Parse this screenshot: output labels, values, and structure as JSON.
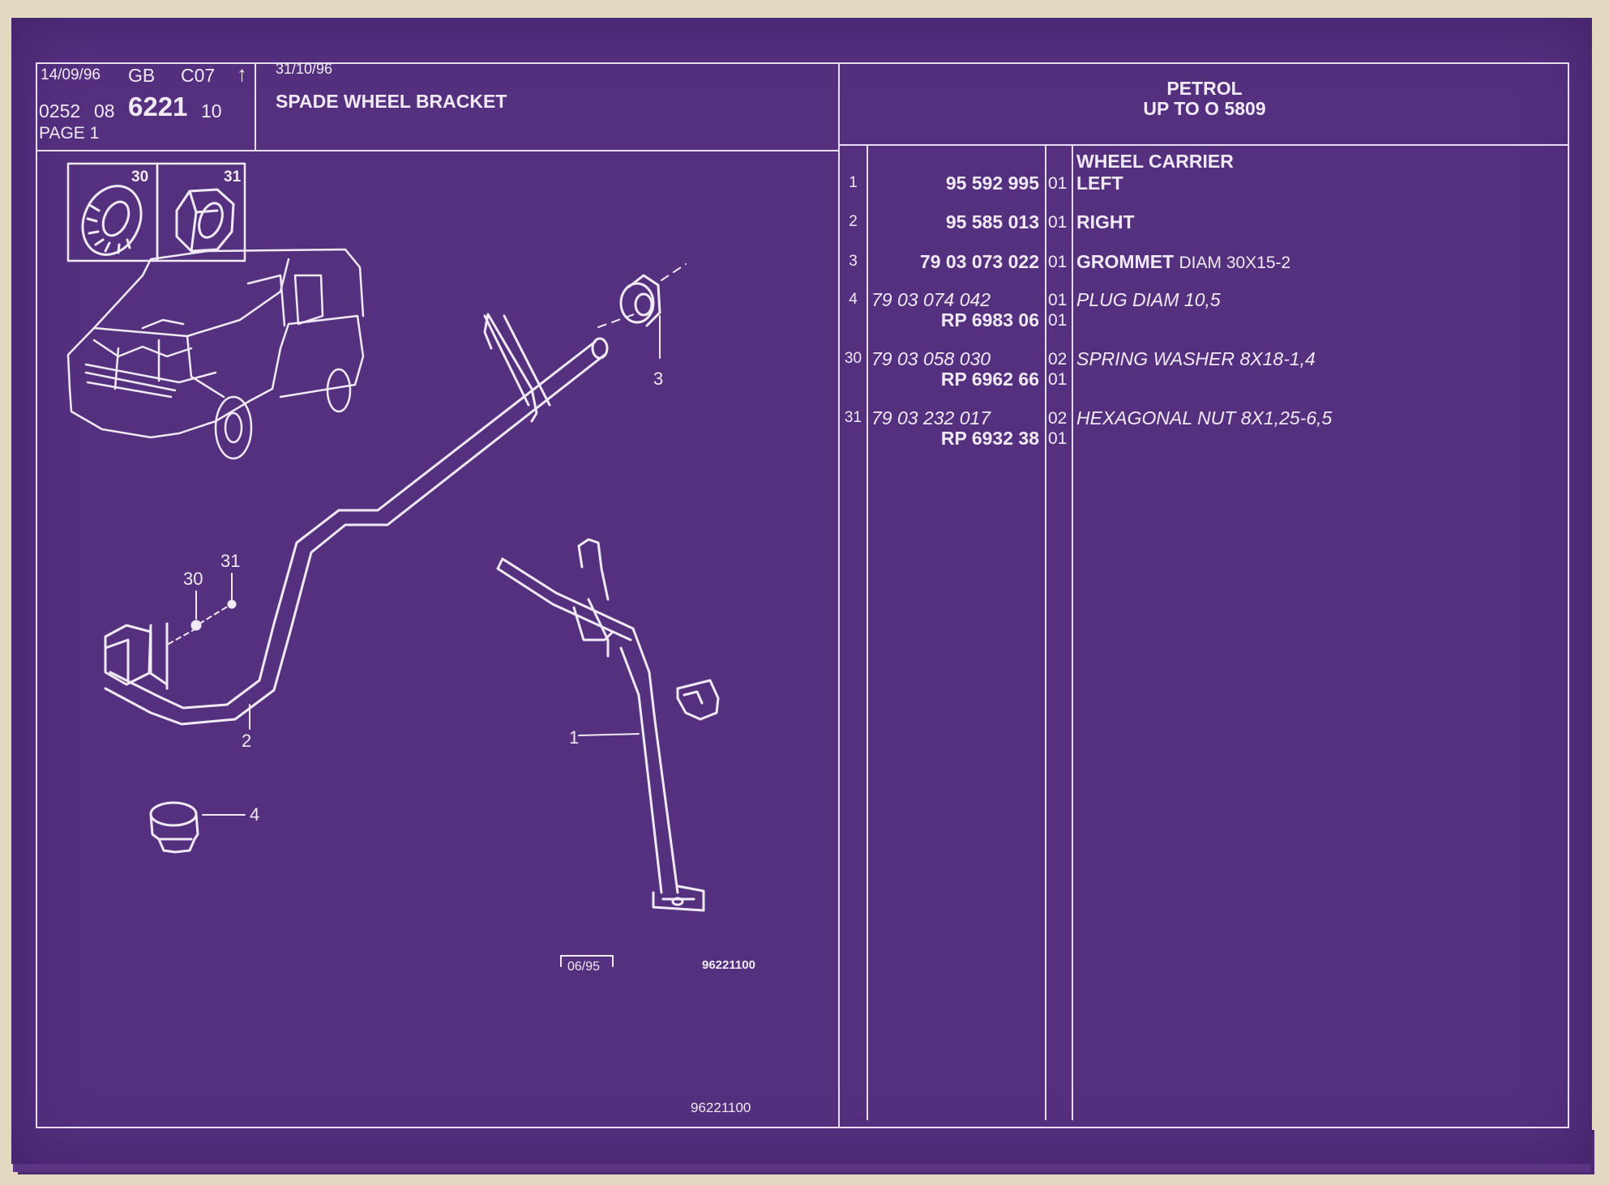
{
  "header": {
    "date1": "14/09/96",
    "lang": "GB",
    "code": "C07",
    "ref_a": "0252",
    "ref_b": "08",
    "ref_main": "6221",
    "ref_c": "10",
    "page": "PAGE 1",
    "date2": "31/10/96",
    "title": "SPADE WHEEL BRACKET",
    "engine": "PETROL",
    "range": "UP TO O  5809"
  },
  "parts": {
    "group_heading": "WHEEL CARRIER",
    "rows": [
      {
        "no": "1",
        "ref": "95 592 995",
        "ref2": "",
        "qty": "01",
        "qty2": "",
        "desc": "LEFT",
        "desc_extra": ""
      },
      {
        "no": "2",
        "ref": "95 585 013",
        "ref2": "",
        "qty": "01",
        "qty2": "",
        "desc": "RIGHT",
        "desc_extra": ""
      },
      {
        "no": "3",
        "ref": "79 03 073 022",
        "ref2": "",
        "qty": "01",
        "qty2": "",
        "desc": "GROMMET",
        "desc_extra": "DIAM 30X15-2"
      },
      {
        "no": "4",
        "ref": "79 03 074 042",
        "ref2": "RP  6983 06",
        "qty": "01",
        "qty2": "01",
        "desc": "PLUG DIAM 10,5",
        "desc_extra": ""
      },
      {
        "no": "30",
        "ref": "79 03 058 030",
        "ref2": "RP  6962 66",
        "qty": "02",
        "qty2": "01",
        "desc": "SPRING WASHER 8X18-1,4",
        "desc_extra": ""
      },
      {
        "no": "31",
        "ref": "79 03 232 017",
        "ref2": "RP  6932 38",
        "qty": "02",
        "qty2": "01",
        "desc": "HEXAGONAL NUT 8X1,25-6,5",
        "desc_extra": ""
      }
    ]
  },
  "diagram": {
    "inset_labels": [
      "30",
      "31"
    ],
    "callouts": [
      "1",
      "2",
      "3",
      "4",
      "30",
      "31"
    ],
    "date_box": "06/95",
    "drawing_ref": "96221100",
    "footer_ref": "96221100"
  },
  "colors": {
    "sheet": "#55307f",
    "lines": "#e6ddf0",
    "background": "#e3d9c3"
  }
}
